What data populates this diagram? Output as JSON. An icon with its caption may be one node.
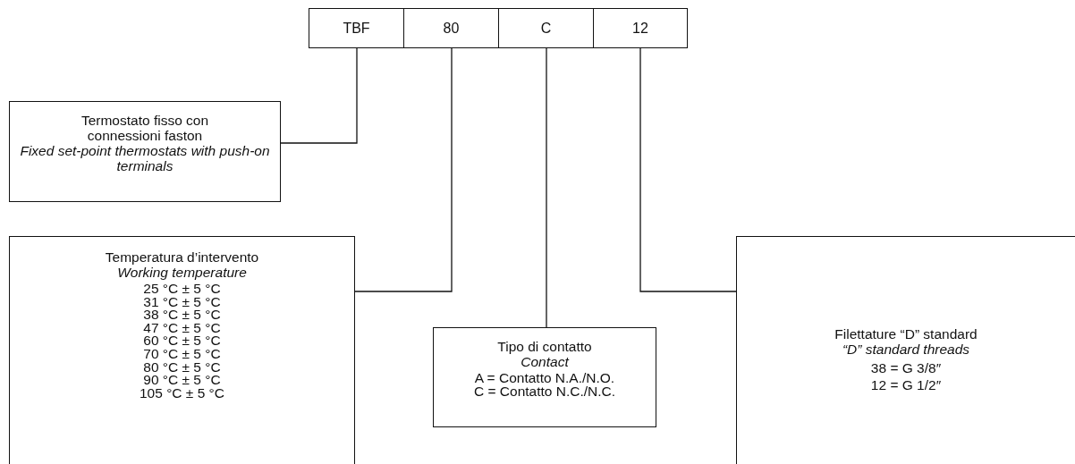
{
  "diagram": {
    "nodes": [
      {
        "text": [
          "TBF"
        ]
      },
      {
        "text": [
          "80"
        ]
      },
      {
        "text": [
          "C"
        ]
      },
      {
        "text": [
          "12"
        ]
      },
      {
        "text": [
          "Termostato fisso con connessioni faston",
          "Fixed set-point thermostats with push-on terminals"
        ]
      },
      {
        "text": [
          "Temperatura d’intervento",
          "Working temperature",
          "25 °C ± 5 °C",
          "31 °C ± 5 °C",
          "38 °C ± 5 °C",
          "47 °C ± 5 °C",
          "60 °C ± 5 °C",
          "70 °C ± 5 °C",
          "80 °C ± 5 °C",
          "90 °C ± 5 °C",
          "105 °C ± 5 °C"
        ]
      },
      {
        "text": [
          "Tipo di contatto",
          "Contact",
          "A = Contatto N.A./N.O.",
          "C = Contatto N.C./N.C."
        ]
      },
      {
        "text": [
          "Filettature “D” standard",
          "“D” standard threads",
          "38 = G 3/8″",
          "12 =  G 1/2″"
        ]
      }
    ],
    "edges": [
      {
        "from": 0,
        "to": 4,
        "arrow": "none"
      },
      {
        "from": 1,
        "to": 5,
        "arrow": "none"
      },
      {
        "from": 2,
        "to": 6,
        "arrow": "none"
      },
      {
        "from": 3,
        "to": 7,
        "arrow": "none"
      }
    ]
  }
}
